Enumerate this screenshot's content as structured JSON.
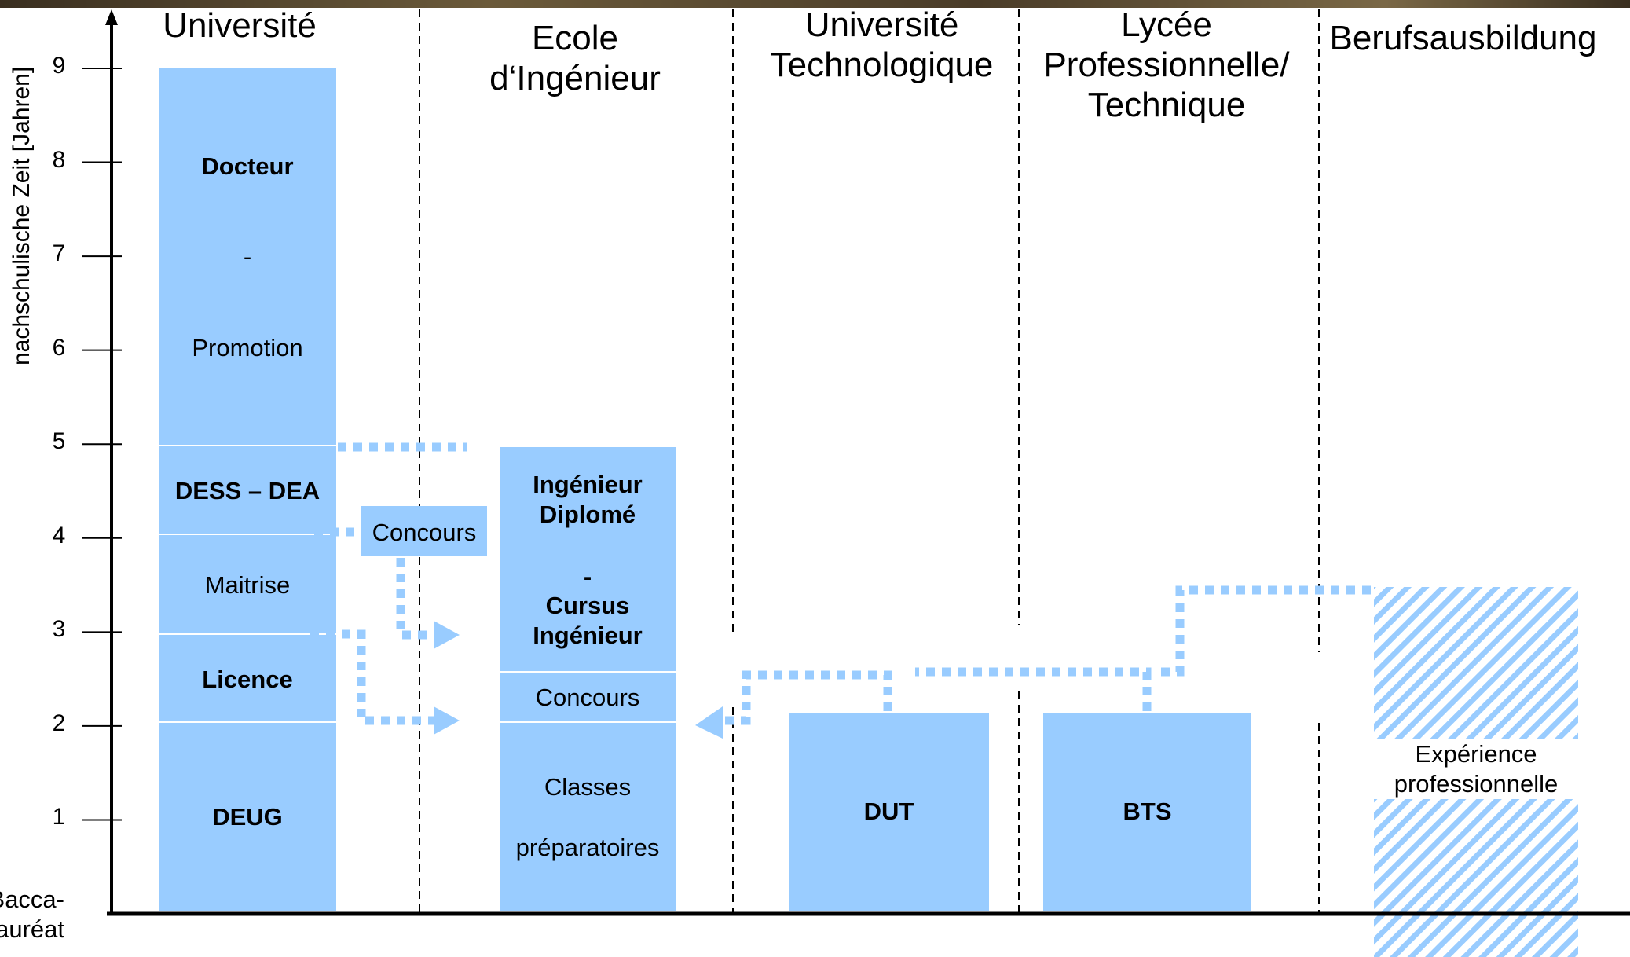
{
  "y_axis": {
    "label": "nachschulische Zeit [Jahren]",
    "ticks": [
      "1",
      "2",
      "3",
      "4",
      "5",
      "6",
      "7",
      "8",
      "9"
    ],
    "baseline_label_lines": [
      "Bacca-",
      "lauréat"
    ]
  },
  "columns": [
    {
      "title_lines": [
        "Université"
      ]
    },
    {
      "title_lines": [
        "Ecole",
        "d‘Ingénieur"
      ]
    },
    {
      "title_lines": [
        "Université",
        "Technologique"
      ]
    },
    {
      "title_lines": [
        "Lycée",
        "Professionnelle/",
        "Technique"
      ]
    },
    {
      "title_lines": [
        "Berufsausbildung"
      ]
    }
  ],
  "universite_blocks": {
    "docteur": [
      "Docteur"
    ],
    "dash": [
      "-"
    ],
    "promotion": [
      "Promotion"
    ],
    "dess_dea": [
      "DESS – DEA"
    ],
    "maitrise": [
      "Maitrise"
    ],
    "licence": [
      "Licence"
    ],
    "deug": [
      "DEUG"
    ]
  },
  "concours_box": [
    "Concours"
  ],
  "ecole_blocks": {
    "ingenieur": [
      "Ingénieur",
      "Diplomé"
    ],
    "dash": [
      "-"
    ],
    "cursus": [
      "Cursus",
      "Ingénieur"
    ],
    "concours": [
      "Concours"
    ],
    "classes": [
      "Classes"
    ],
    "preparatoires": [
      "préparatoires"
    ]
  },
  "dut_label": [
    "DUT"
  ],
  "bts_label": [
    "BTS"
  ],
  "experience_label": [
    "Expérience",
    "professionnelle"
  ],
  "colors": {
    "block": "#99ccff",
    "arrow": "#99ccff",
    "axis": "#000000",
    "divider": "#000000"
  }
}
